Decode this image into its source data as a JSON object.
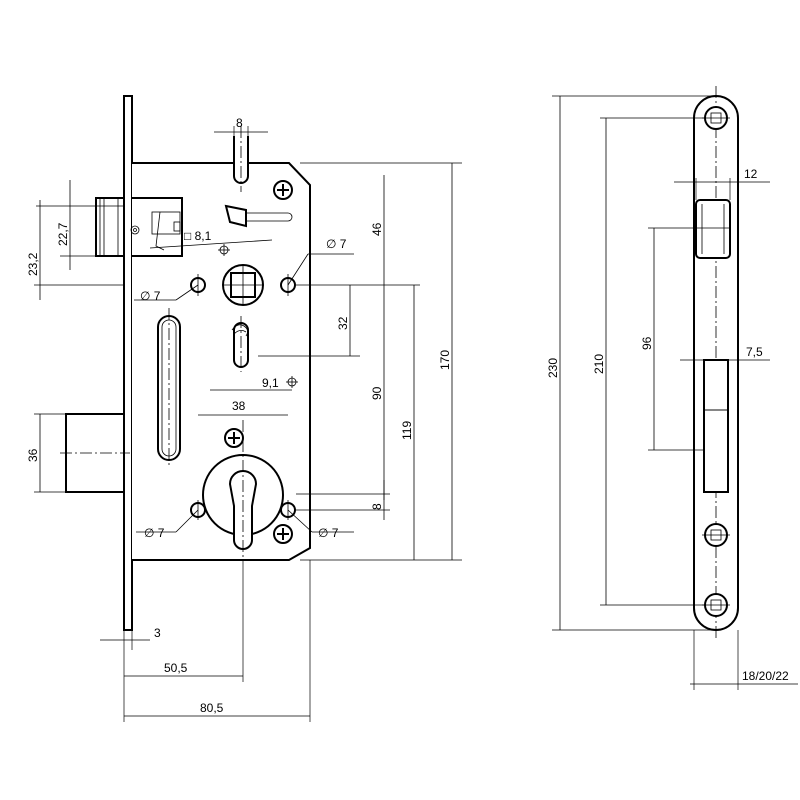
{
  "dimensions": {
    "width_top": "8",
    "height_46": "46",
    "height_170": "170",
    "bolt_height": "22,7",
    "bolt_offset": "23,2",
    "square_spindle": "□ 8,1",
    "hole_upper_right": "∅ 7",
    "hole_upper_left": "∅ 7",
    "slot_32": "32",
    "distance_90": "90",
    "distance_119": "119",
    "offset_9_1": "9,1",
    "width_38": "38",
    "latch_36": "36",
    "cyl_8": "8",
    "hole_lower_left": "∅ 7",
    "hole_lower_right": "∅ 7",
    "plate_3": "3",
    "backset_50_5": "50,5",
    "width_80_5": "80,5",
    "faceplate_230": "230",
    "faceplate_210": "210",
    "latch_width_12": "12",
    "faceplate_96": "96",
    "bolt_width_7_5": "7,5",
    "faceplate_widths": "18/20/22"
  },
  "colors": {
    "line": "#000000",
    "background": "#ffffff"
  }
}
